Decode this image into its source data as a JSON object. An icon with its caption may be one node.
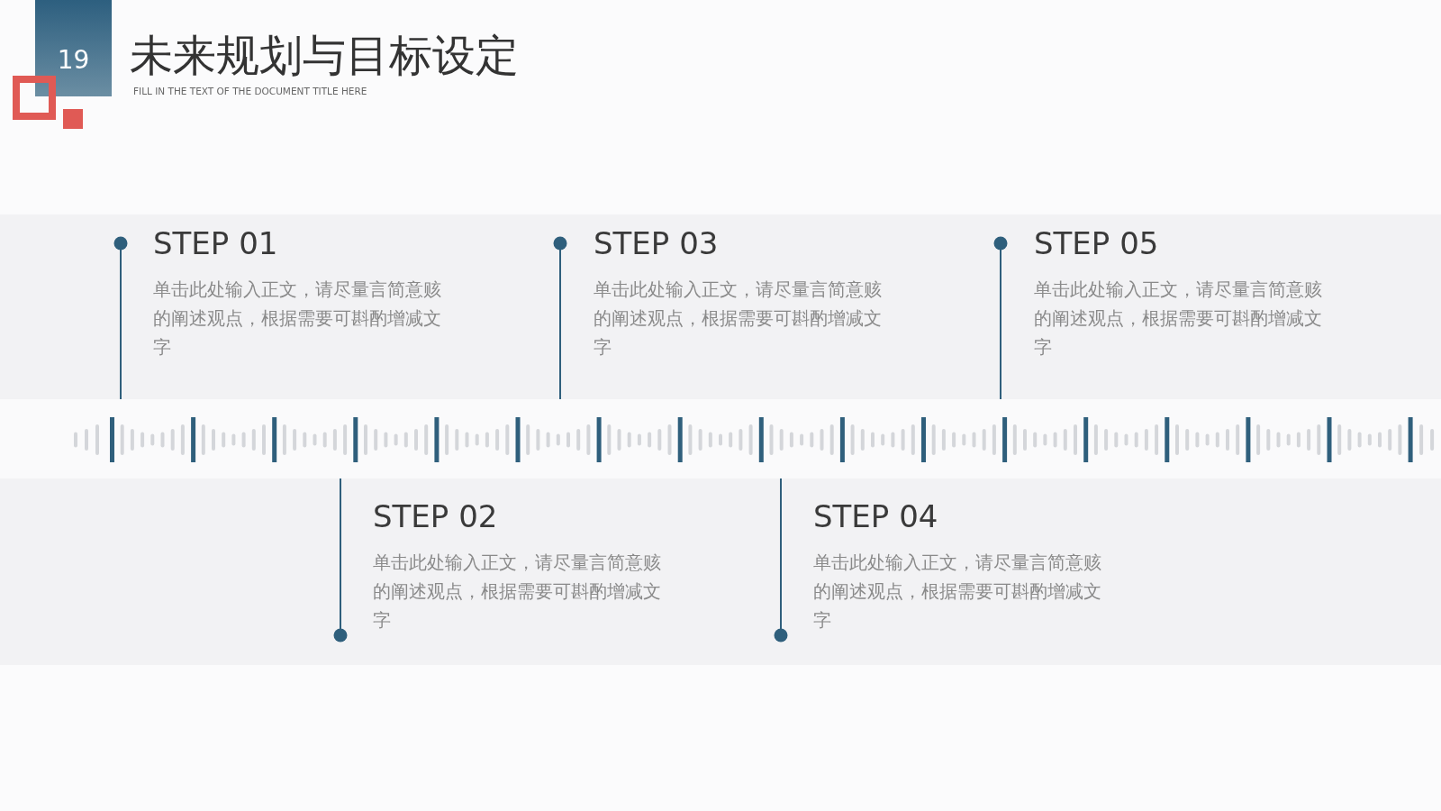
{
  "diagram": {
    "title": "未来规划与目标设定",
    "nodes": [
      {
        "text": [
          "STEP 01",
          "单击此处输入正文，请尽量言简意赅的阐述观点，根据需要可斟酌增减文字"
        ]
      },
      {
        "text": [
          "STEP 02",
          "单击此处输入正文，请尽量言简意赅的阐述观点，根据需要可斟酌增减文字"
        ]
      },
      {
        "text": [
          "STEP 03",
          "单击此处输入正文，请尽量言简意赅的阐述观点，根据需要可斟酌增减文字"
        ]
      },
      {
        "text": [
          "STEP 04",
          "单击此处输入正文，请尽量言简意赅的阐述观点，根据需要可斟酌增减文字"
        ]
      },
      {
        "text": [
          "STEP 05",
          "单击此处输入正文，请尽量言简意赅的阐述观点，根据需要可斟酌增减文字"
        ]
      }
    ],
    "labels": [
      "19",
      "FILL IN THE TEXT OF THE DOCUMENT TITLE HERE"
    ]
  }
}
